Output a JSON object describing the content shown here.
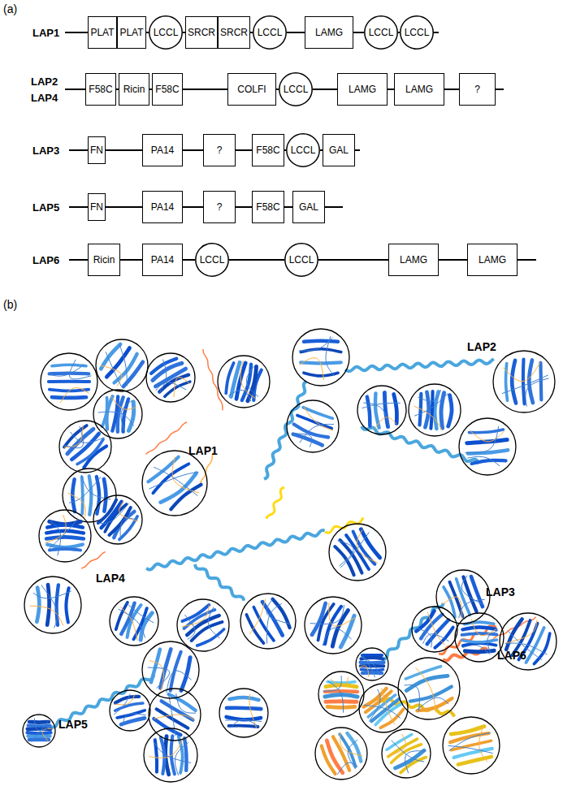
{
  "diagram": {
    "nodes": [
      {
        "text": [
          "PLAT"
        ]
      },
      {
        "text": [
          "PLAT"
        ]
      },
      {
        "text": [
          "LCCL"
        ]
      },
      {
        "text": [
          "SRCR"
        ]
      },
      {
        "text": [
          "SRCR"
        ]
      },
      {
        "text": [
          "LCCL"
        ]
      },
      {
        "text": [
          "LAMG"
        ]
      },
      {
        "text": [
          "LCCL"
        ]
      },
      {
        "text": [
          "LCCL"
        ]
      },
      {
        "text": [
          "F58C"
        ]
      },
      {
        "text": [
          "Ricin"
        ]
      },
      {
        "text": [
          "F58C"
        ]
      },
      {
        "text": [
          "COLFI"
        ]
      },
      {
        "text": [
          "LCCL"
        ]
      },
      {
        "text": [
          "LAMG"
        ]
      },
      {
        "text": [
          "LAMG"
        ]
      },
      {
        "text": [
          "?"
        ]
      },
      {
        "text": [
          "FN"
        ]
      },
      {
        "text": [
          "PA14"
        ]
      },
      {
        "text": [
          "?"
        ]
      },
      {
        "text": [
          "F58C"
        ]
      },
      {
        "text": [
          "LCCL"
        ]
      },
      {
        "text": [
          "GAL"
        ]
      },
      {
        "text": [
          "FN"
        ]
      },
      {
        "text": [
          "PA14"
        ]
      },
      {
        "text": [
          "?"
        ]
      },
      {
        "text": [
          "F58C"
        ]
      },
      {
        "text": [
          "GAL"
        ]
      },
      {
        "text": [
          "Ricin"
        ]
      },
      {
        "text": [
          "PA14"
        ]
      },
      {
        "text": [
          "LCCL"
        ]
      },
      {
        "text": [
          "LCCL"
        ]
      },
      {
        "text": [
          "LAMG"
        ]
      },
      {
        "text": [
          "LAMG"
        ]
      }
    ],
    "edges": [
      {
        "from": 1,
        "to": 2,
        "arrow": "none"
      },
      {
        "from": 2,
        "to": 3,
        "arrow": "none"
      },
      {
        "from": 4,
        "to": 5,
        "arrow": "none"
      },
      {
        "from": 5,
        "to": 6,
        "arrow": "none"
      },
      {
        "from": 6,
        "to": 7,
        "arrow": "none"
      },
      {
        "from": 7,
        "to": 8,
        "arrow": "none"
      },
      {
        "from": 9,
        "to": 10,
        "arrow": "none"
      },
      {
        "from": 10,
        "to": 11,
        "arrow": "none"
      },
      {
        "from": 11,
        "to": 12,
        "arrow": "none"
      },
      {
        "from": 12,
        "to": 13,
        "arrow": "none"
      },
      {
        "from": 13,
        "to": 14,
        "arrow": "none"
      },
      {
        "from": 14,
        "to": 15,
        "arrow": "none"
      },
      {
        "from": 15,
        "to": 16,
        "arrow": "none"
      },
      {
        "from": 17,
        "to": 18,
        "arrow": "none"
      },
      {
        "from": 18,
        "to": 19,
        "arrow": "none"
      },
      {
        "from": 19,
        "to": 20,
        "arrow": "none"
      },
      {
        "from": 20,
        "to": 21,
        "arrow": "none"
      },
      {
        "from": 21,
        "to": 22,
        "arrow": "none"
      },
      {
        "from": 23,
        "to": 24,
        "arrow": "none"
      },
      {
        "from": 24,
        "to": 25,
        "arrow": "none"
      },
      {
        "from": 25,
        "to": 26,
        "arrow": "none"
      },
      {
        "from": 26,
        "to": 27,
        "arrow": "none"
      },
      {
        "from": 28,
        "to": 29,
        "arrow": "none"
      },
      {
        "from": 29,
        "to": 30,
        "arrow": "none"
      },
      {
        "from": 30,
        "to": 31,
        "arrow": "none"
      },
      {
        "from": 31,
        "to": 32,
        "arrow": "none"
      },
      {
        "from": 32,
        "to": 33,
        "arrow": "none"
      }
    ],
    "labels": [
      "(a)",
      "LAP1",
      "LAP2",
      "LAP4",
      "LAP3",
      "LAP5",
      "LAP6",
      "(b)",
      "LAP1",
      "LAP2",
      "LAP4",
      "LAP3",
      "LAP5",
      "LAP6"
    ]
  }
}
